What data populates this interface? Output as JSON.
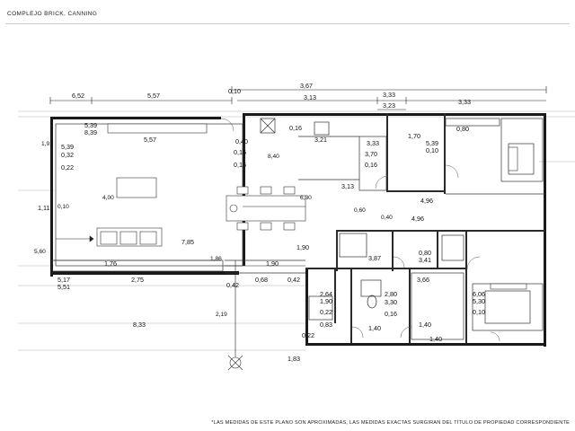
{
  "header": {
    "title": "COMPLEJO BRICK, CANNING"
  },
  "footer": {
    "note": "*LAS MEDIDAS DE ESTE PLANO SON APROXIMADAS, LAS MEDIDAS EXACTAS SURGIRAN DEL TÍTULO DE PROPIEDAD CORRESPONDIENTE"
  },
  "dimensions": {
    "d_652": "6,52",
    "d_557_top": "5,57",
    "d_010": "0,10",
    "d_367": "3,67",
    "d_313": "3,13",
    "d_333a": "3,33",
    "d_323": "3,23",
    "d_333b": "3,33",
    "d_539": "5,39",
    "d_839": "8,39",
    "d_557": "5,57",
    "d_539b": "5,39",
    "d_032": "0,32",
    "d_022": "0,22",
    "d_191": "1,91",
    "d_400": "4,00",
    "d_111": "1,11",
    "d_010v": "0,10",
    "d_785": "7,85",
    "d_560": "5,60",
    "d_176": "1,76",
    "d_275": "2,75",
    "d_517": "5,17",
    "d_551": "5,51",
    "d_042a": "0,42",
    "d_068": "0,68",
    "d_042b": "0,42",
    "d_190": "1,90",
    "d_186": "1,86",
    "d_040": "0,40",
    "d_016a": "0,16",
    "d_016b": "0,16",
    "d_016c": "0,16",
    "d_321": "3,21",
    "d_840": "8,40",
    "d_630": "6,30",
    "d_333c": "3,33",
    "d_370": "3,70",
    "d_016d": "0,16",
    "d_170": "1,70",
    "d_539c": "5,39",
    "d_010b": "0,10",
    "d_080a": "0,80",
    "d_313b": "3,13",
    "d_496a": "4,96",
    "d_496b": "4,96",
    "d_387": "3,87",
    "d_080b": "0,80",
    "d_341": "3,41",
    "d_366": "3,66",
    "d_264": "2,64",
    "d_190b": "1,90",
    "d_022b": "0,22",
    "d_083": "0,83",
    "d_280": "2,80",
    "d_330": "3,30",
    "d_016e": "0,16",
    "d_140a": "1,40",
    "d_140b": "1,40",
    "d_140c": "1,40",
    "d_606": "6,06",
    "d_530": "5,30",
    "d_010c": "0,10",
    "d_833": "8,33",
    "d_219": "2,19",
    "d_183": "1,83",
    "d_190c": "1,90",
    "d_060": "0,60",
    "d_040b": "0,40",
    "d_022c": "0,22"
  },
  "colors": {
    "wall": "#1a1a1a",
    "line": "#333333",
    "light": "#9a9a9a",
    "paper": "#ffffff"
  }
}
